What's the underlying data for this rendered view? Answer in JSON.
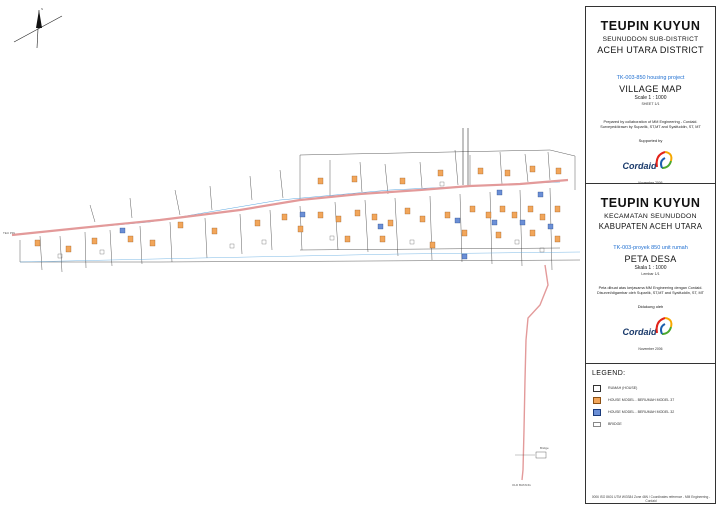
{
  "panel_en": {
    "village": "TEUPIN  KUYUN",
    "subdistrict": "SEUNUDDON SUB-DISTRICT",
    "district": "ACEH UTARA DISTRICT",
    "project": "TK-003-850 housing project",
    "map_title": "VILLAGE MAP",
    "scale": "Scale 1 : 1000",
    "sheet": "SHEET 1/1",
    "prepared": "Prepared by collaboration of MM Engineering - Cordaid. Surveyed/drawn by Suparlik, ST,MT and Syaifuddin, ST, MT",
    "supported": "Supported by",
    "logo": "Cordaid",
    "date": "November 2006"
  },
  "panel_id": {
    "village": "TEUPIN  KUYUN",
    "subdistrict": "KECAMATAN SEUNUDDON",
    "district": "KABUPATEN ACEH UTARA",
    "project": "TK-003-proyek 850 unit rumah",
    "map_title": "PETA DESA",
    "scale": "Skala 1 : 1000",
    "sheet": "Lembar 1/1",
    "prepared": "Peta dibuat atas kerjasama MM Engineering dengan Cordaid. Disurvei/digambar oleh Suparlik, ST,MT and Syaifuddin, ST, MT",
    "supported": "Didukung oleh",
    "logo": "Cordaid",
    "date": "November 2006"
  },
  "legend": {
    "title": "LEGEND:",
    "items": [
      {
        "label": "RUMAH (HOUSE)",
        "color": "#ffffff"
      },
      {
        "label": "HOUSE MODEL - BERUMAH MODEL 37",
        "color": "#f2a65a"
      },
      {
        "label": "HOUSE MODEL - BERUMAH MODEL 32",
        "color": "#6b8fd6"
      },
      {
        "label": "BRIDGE",
        "color": "#888888"
      }
    ]
  },
  "map_labels": {
    "north": "N",
    "bridge_label": "Bridge",
    "bottom_label": "OLD BATANG",
    "left_label": "TEU PIN"
  },
  "footnote": "0006 ISO 8601 UTM WGS84 Zone 46N / Coordinates reference - MM Engineering - Cordaid",
  "colors": {
    "road": "#e39a9a",
    "river": "#5aa7e0",
    "house37": "#f2a65a",
    "house32": "#6b8fd6",
    "project": "#1f6fd1"
  }
}
